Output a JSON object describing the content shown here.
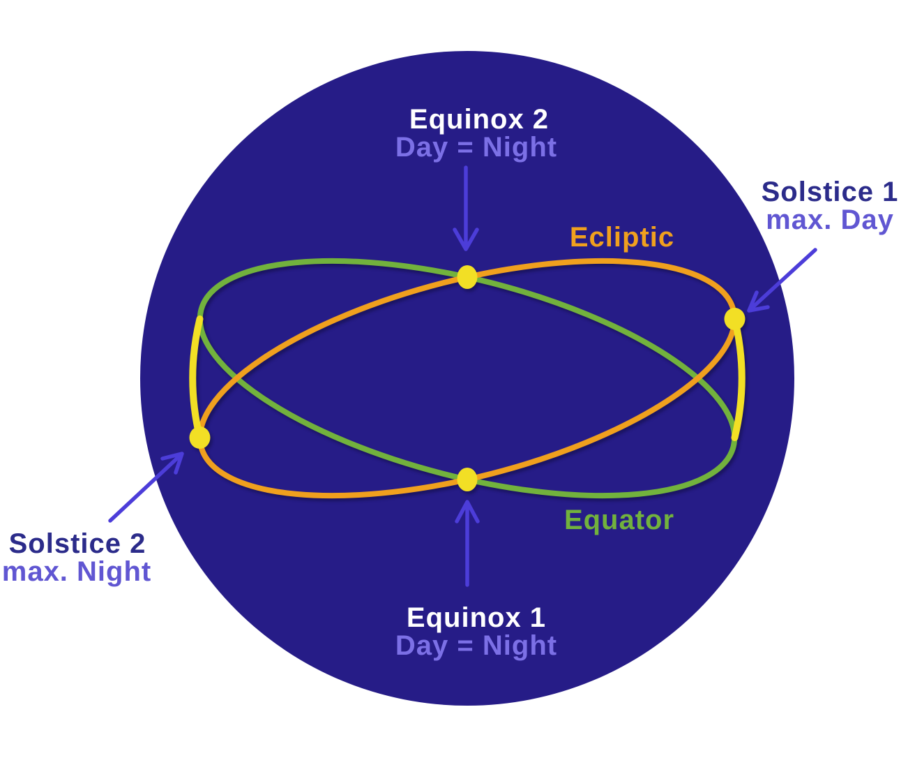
{
  "diagram": {
    "type": "celestial-sphere-ecliptic-equator",
    "labels": {
      "equinox2": {
        "title": "Equinox 2",
        "subtitle": "Day = Night"
      },
      "equinox1": {
        "title": "Equinox 1",
        "subtitle": "Day = Night"
      },
      "solstice1": {
        "title": "Solstice 1",
        "subtitle": "max. Day"
      },
      "solstice2": {
        "title": "Solstice 2",
        "subtitle": "max. Night"
      },
      "ecliptic_curve": "Ecliptic",
      "equator_curve": "Equator"
    },
    "colors": {
      "background": "#FFFFFF",
      "sphere": "#261C87",
      "ecliptic": "#F0A01E",
      "equator": "#72B23D",
      "marker_yellow": "#F2DF25",
      "arrow": "#4C3DD9",
      "title_on_sphere": "#FFFFFF",
      "subtitle_on_sphere": "#7C70E6",
      "title_outside": "#2B2B8A",
      "subtitle_outside": "#6056D2"
    }
  }
}
